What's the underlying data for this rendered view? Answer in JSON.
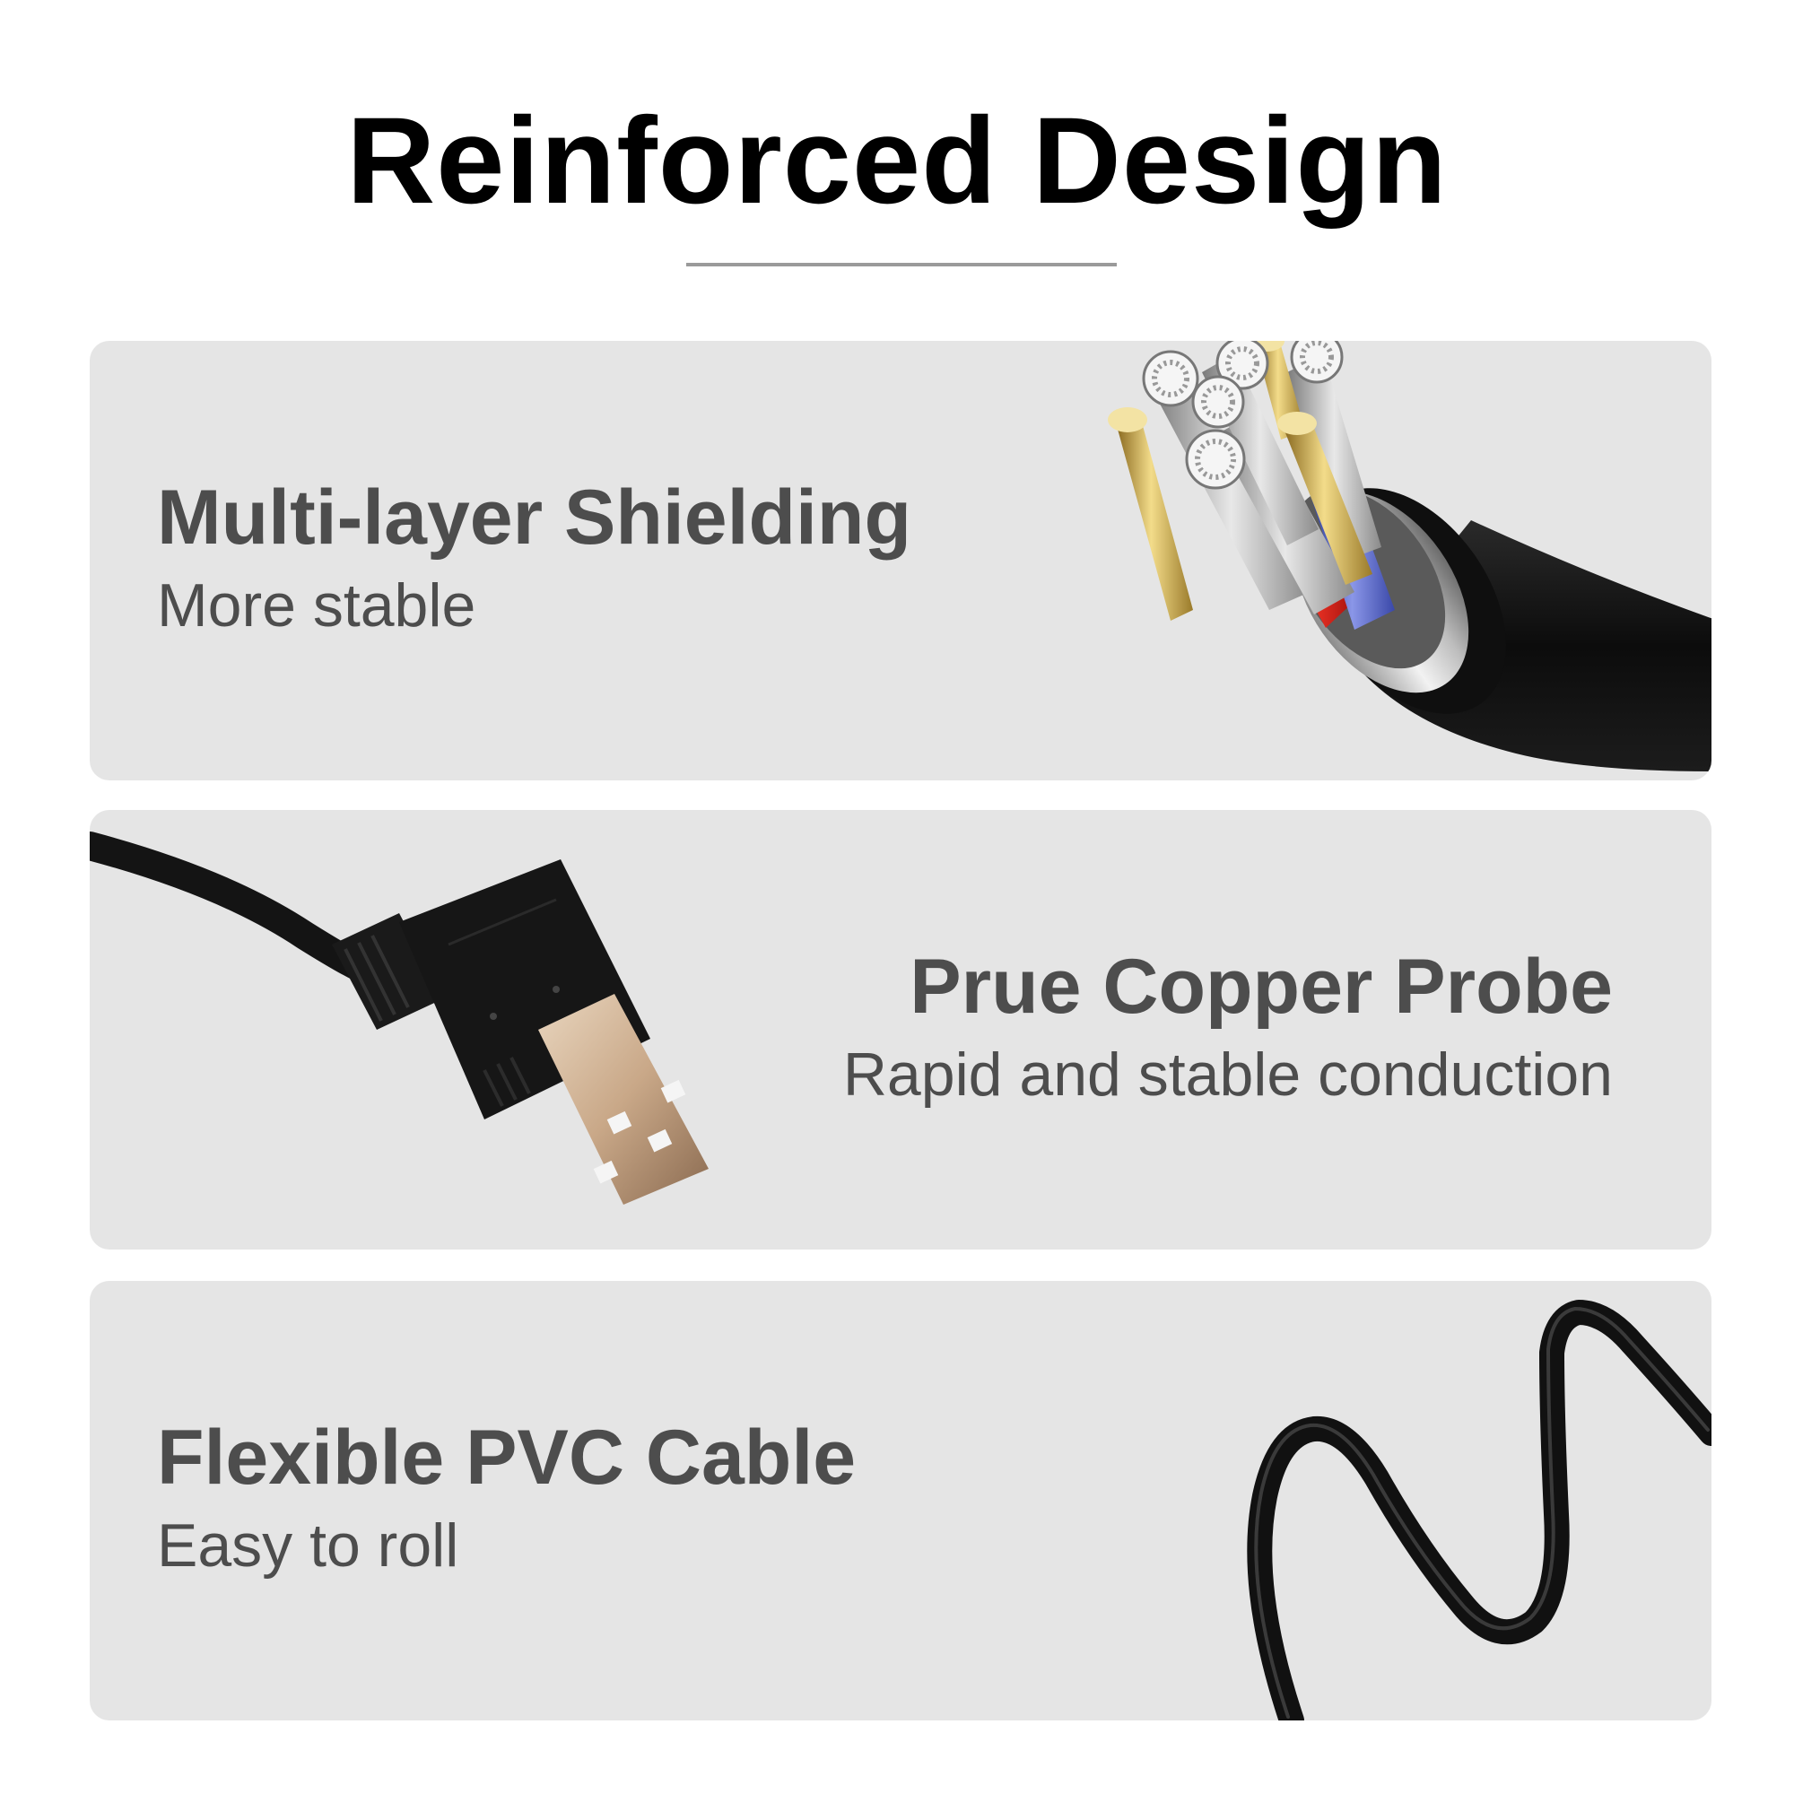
{
  "page": {
    "title": "Reinforced Design"
  },
  "features": [
    {
      "title": "Multi-layer Shielding",
      "subtitle": "More stable",
      "image_icon": "cable-cross-section-icon"
    },
    {
      "title": "Prue Copper Probe",
      "subtitle": "Rapid and stable conduction",
      "image_icon": "usb-a-plug-icon"
    },
    {
      "title": "Flexible PVC Cable",
      "subtitle": "Easy to roll",
      "image_icon": "coiled-cable-icon"
    }
  ],
  "colors": {
    "panel_background": "#e5e5e5",
    "text_gray": "#4d4d4d",
    "title_black": "#000000",
    "divider": "#9a9a9a",
    "cable_black": "#141414",
    "copper": "#d9a25a",
    "wire_red": "#d0201a",
    "wire_blue": "#4a5fc8",
    "gold": "#c8a84a"
  }
}
